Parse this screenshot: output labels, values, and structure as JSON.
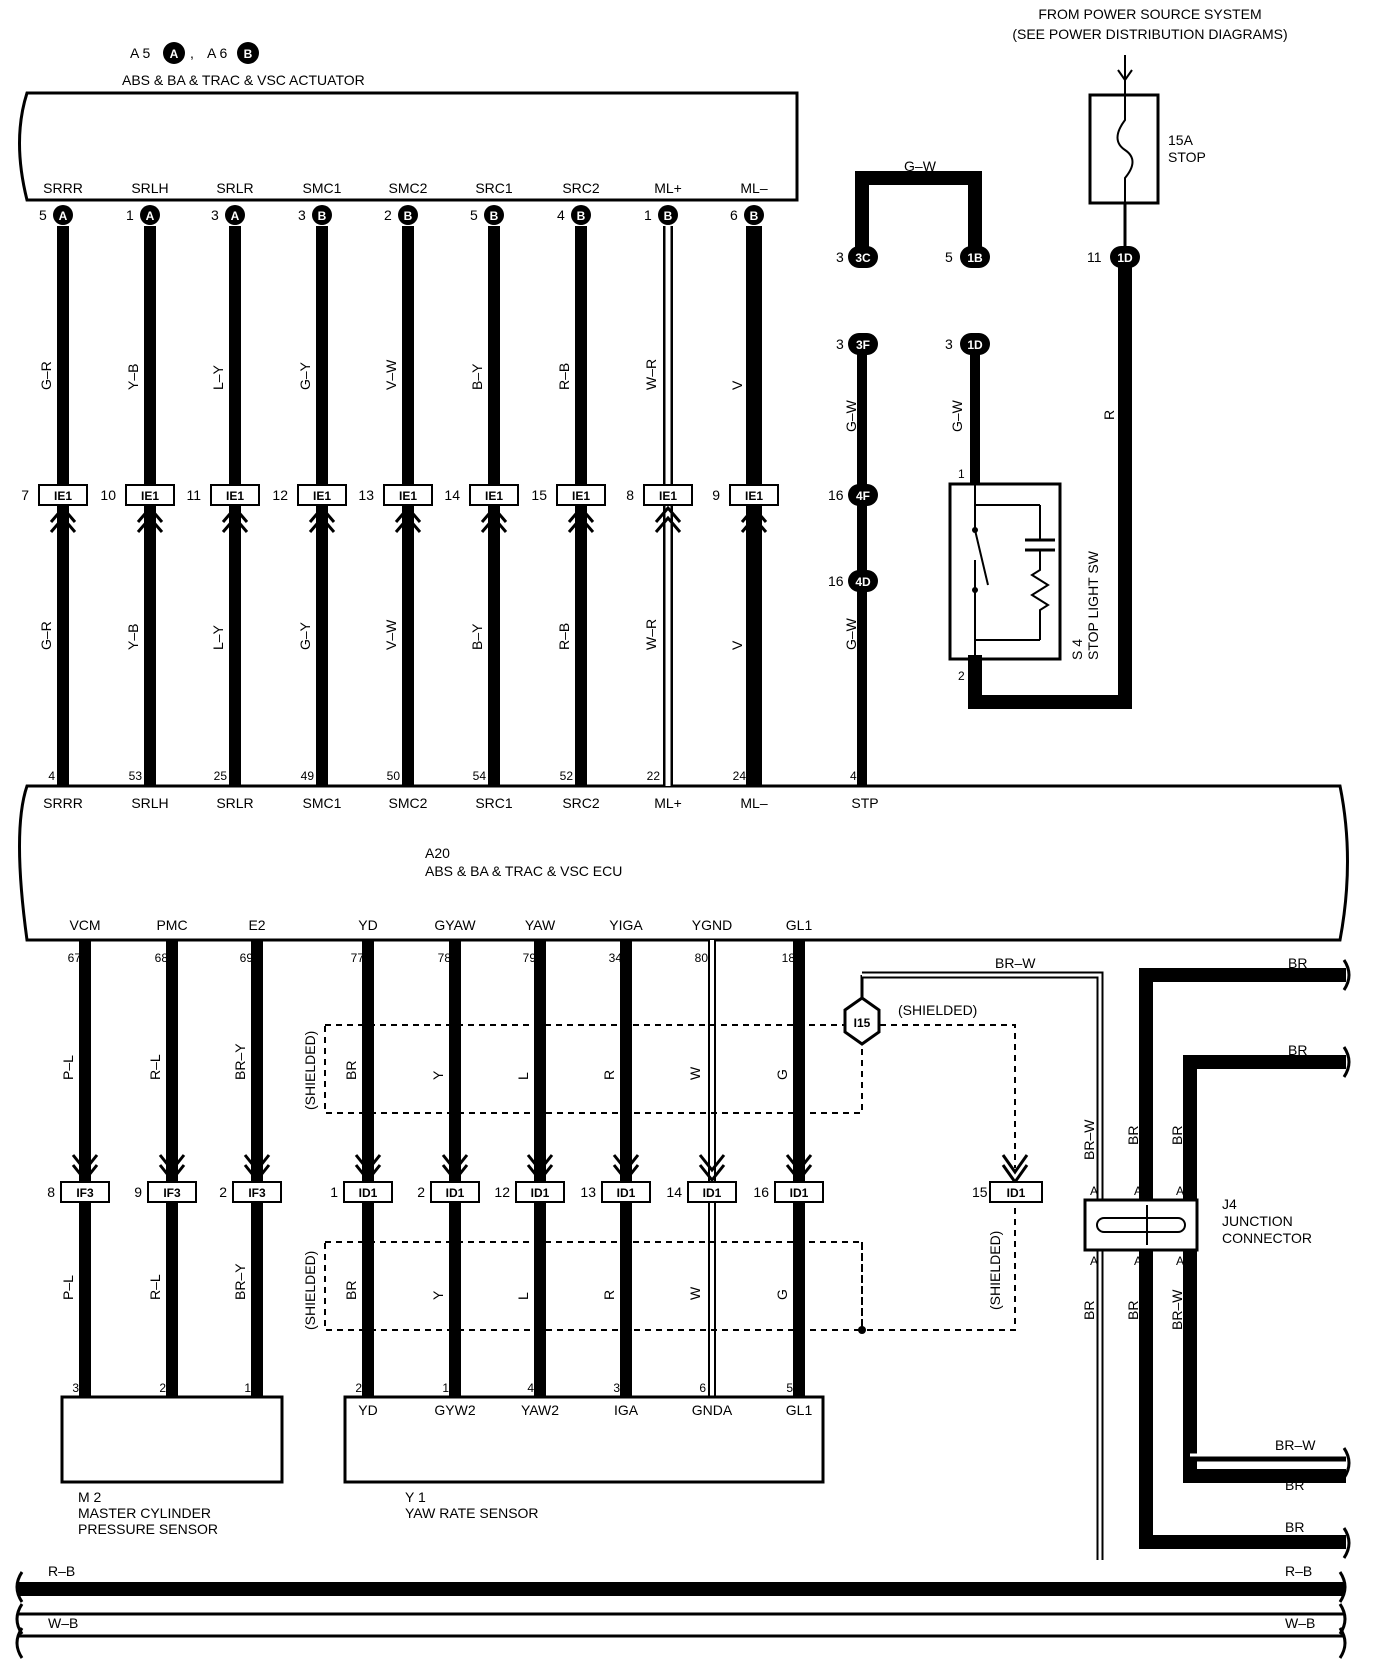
{
  "header": {
    "power_source_line1": "FROM POWER SOURCE SYSTEM",
    "power_source_line2": "(SEE POWER DISTRIBUTION DIAGRAMS)"
  },
  "actuator": {
    "id_a": "A 5",
    "id_b": "A 6",
    "name": "ABS & BA & TRAC & VSC ACTUATOR",
    "pins": [
      {
        "name": "SRRR",
        "num": "5",
        "conn": "A",
        "wire": "G–R",
        "ie_num": "7",
        "ecu_pin": "4"
      },
      {
        "name": "SRLH",
        "num": "1",
        "conn": "A",
        "wire": "Y–B",
        "ie_num": "10",
        "ecu_pin": "53"
      },
      {
        "name": "SRLR",
        "num": "3",
        "conn": "A",
        "wire": "L–Y",
        "ie_num": "11",
        "ecu_pin": "25"
      },
      {
        "name": "SMC1",
        "num": "3",
        "conn": "B",
        "wire": "G–Y",
        "ie_num": "12",
        "ecu_pin": "49"
      },
      {
        "name": "SMC2",
        "num": "2",
        "conn": "B",
        "wire": "V–W",
        "ie_num": "13",
        "ecu_pin": "50"
      },
      {
        "name": "SRC1",
        "num": "5",
        "conn": "B",
        "wire": "B–Y",
        "ie_num": "14",
        "ecu_pin": "54"
      },
      {
        "name": "SRC2",
        "num": "4",
        "conn": "B",
        "wire": "R–B",
        "ie_num": "15",
        "ecu_pin": "52"
      },
      {
        "name": "ML+",
        "num": "1",
        "conn": "B",
        "wire": "W–R",
        "ie_num": "8",
        "ecu_pin": "22"
      },
      {
        "name": "ML–",
        "num": "6",
        "conn": "B",
        "wire": "V",
        "ie_num": "9",
        "ecu_pin": "24"
      }
    ],
    "ie_label": "IE1"
  },
  "stop_circuit": {
    "gw_top": "G–W",
    "c3c": "3C",
    "c3c_num": "3",
    "c1b": "1B",
    "c1b_num": "5",
    "c3f": "3F",
    "c3f_num": "3",
    "c1d": "1D",
    "c1d_num": "3",
    "c4f": "4F",
    "c4f_num": "16",
    "c4d": "4D",
    "c4d_num": "16",
    "wire_gw": "G–W",
    "fuse_amp": "15A",
    "fuse_name": "STOP",
    "fuse_conn": "1D",
    "fuse_conn_num": "11",
    "wire_r": "R",
    "sw_id": "S 4",
    "sw_name": "STOP LIGHT SW",
    "sw_pin1": "1",
    "sw_pin2": "2",
    "ecu_pin": "48",
    "ecu_pin_name": "STP"
  },
  "ecu": {
    "id": "A20",
    "name": "ABS & BA & TRAC & VSC ECU",
    "bottom_pins": [
      {
        "name": "VCM",
        "num": "67"
      },
      {
        "name": "PMC",
        "num": "68"
      },
      {
        "name": "E2",
        "num": "69"
      },
      {
        "name": "YD",
        "num": "77"
      },
      {
        "name": "GYAW",
        "num": "78"
      },
      {
        "name": "YAW",
        "num": "79"
      },
      {
        "name": "YIGA",
        "num": "34"
      },
      {
        "name": "YGND",
        "num": "80"
      },
      {
        "name": "GL1",
        "num": "18"
      }
    ]
  },
  "lower_wires": [
    {
      "wire": "P–L",
      "conn": "IF3",
      "conn_num": "8",
      "dev_pin": "3"
    },
    {
      "wire": "R–L",
      "conn": "IF3",
      "conn_num": "9",
      "dev_pin": "2"
    },
    {
      "wire": "BR–Y",
      "conn": "IF3",
      "conn_num": "2",
      "dev_pin": "1"
    },
    {
      "wire": "BR",
      "conn": "ID1",
      "conn_num": "1",
      "dev_pin": "2"
    },
    {
      "wire": "Y",
      "conn": "ID1",
      "conn_num": "2",
      "dev_pin": "1"
    },
    {
      "wire": "L",
      "conn": "ID1",
      "conn_num": "12",
      "dev_pin": "4"
    },
    {
      "wire": "R",
      "conn": "ID1",
      "conn_num": "13",
      "dev_pin": "3"
    },
    {
      "wire": "W",
      "conn": "ID1",
      "conn_num": "14",
      "dev_pin": "6"
    },
    {
      "wire": "G",
      "conn": "ID1",
      "conn_num": "16",
      "dev_pin": "5"
    }
  ],
  "shield": {
    "label": "(SHIELDED)",
    "ground": "I15",
    "conn": "ID1",
    "conn_num": "15",
    "wire": "BR–W"
  },
  "master_cyl": {
    "id": "M 2",
    "name1": "MASTER CYLINDER",
    "name2": "PRESSURE SENSOR"
  },
  "yaw": {
    "id": "Y 1",
    "name": "YAW RATE SENSOR",
    "pins": [
      "YD",
      "GYW2",
      "YAW2",
      "IGA",
      "GNDA",
      "GL1"
    ]
  },
  "junction": {
    "id": "J4",
    "name1": "JUNCTION",
    "name2": "CONNECTOR",
    "pin": "A",
    "top_wires": [
      "BR–W",
      "BR",
      "BR"
    ],
    "bottom_wires": [
      "BR",
      "BR",
      "BR–W"
    ]
  },
  "right_bus": {
    "br_top": "BR",
    "br_mid": "BR",
    "brw_low": "BR–W",
    "br_low1": "BR",
    "br_low2": "BR"
  },
  "bottom_bus": {
    "rb": "R–B",
    "wb": "W–B"
  }
}
